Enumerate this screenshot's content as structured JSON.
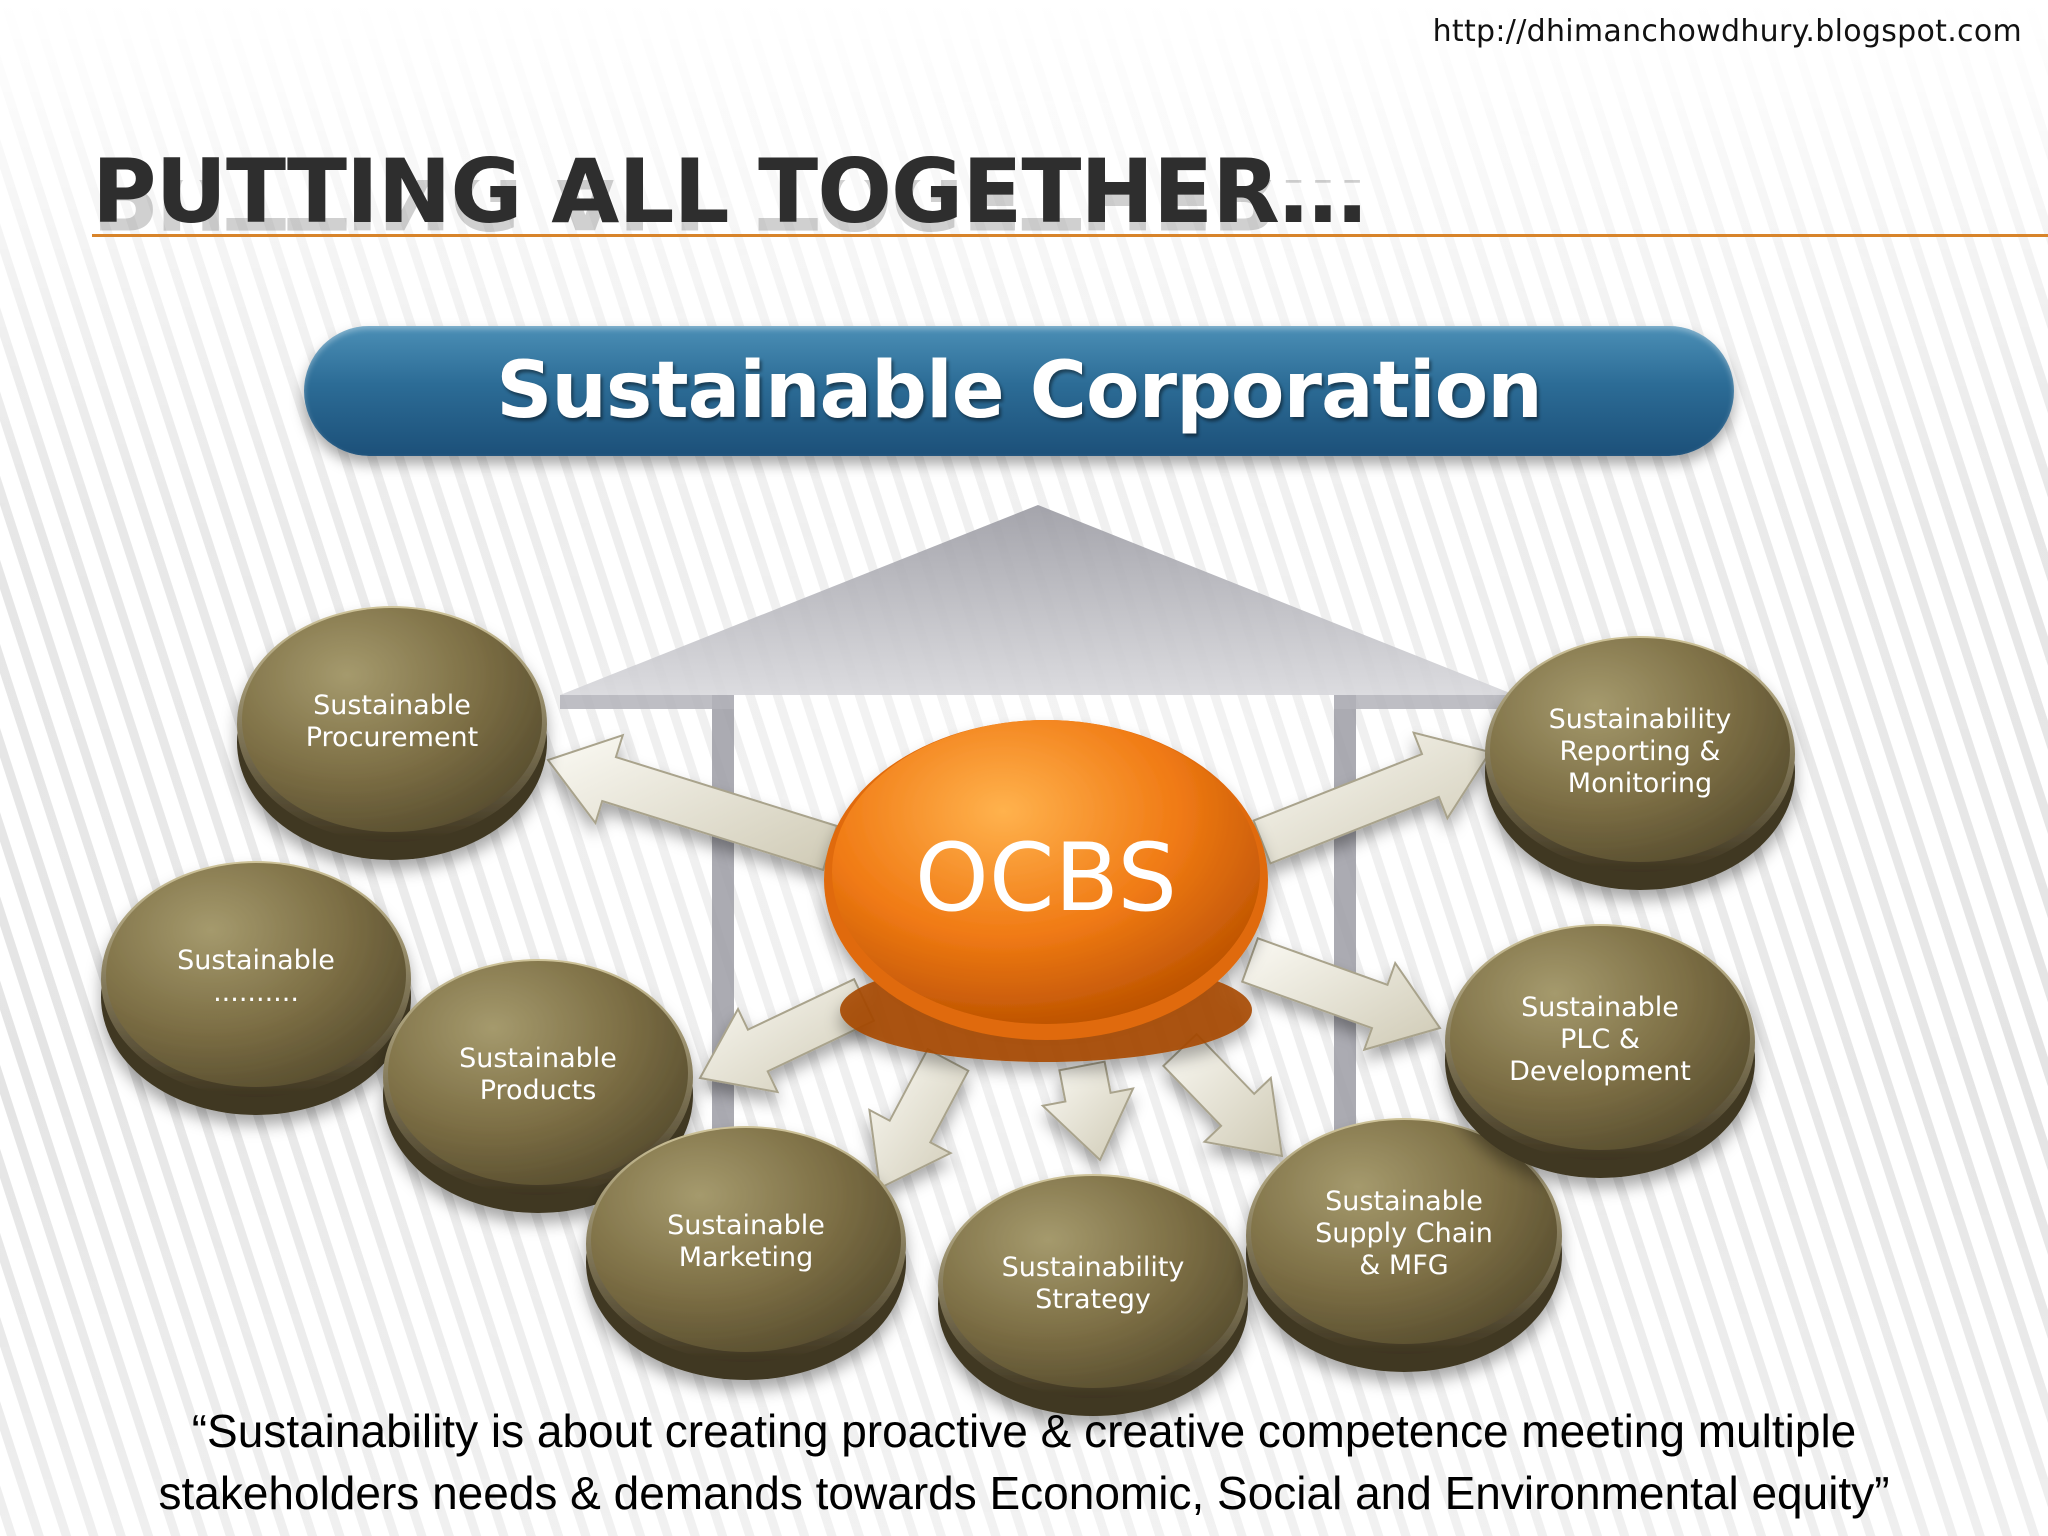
{
  "source_url": "http://dhimanchowdhury.blogspot.com",
  "title": "PUTTING ALL TOGETHER…",
  "banner": "Sustainable Corporation",
  "center": {
    "label": "OCBS"
  },
  "nodes": [
    {
      "id": "procurement",
      "lines": [
        "Sustainable",
        "Procurement"
      ]
    },
    {
      "id": "other",
      "lines": [
        "Sustainable",
        ".........."
      ]
    },
    {
      "id": "products",
      "lines": [
        "Sustainable",
        "Products"
      ]
    },
    {
      "id": "marketing",
      "lines": [
        "Sustainable",
        "Marketing"
      ]
    },
    {
      "id": "strategy",
      "lines": [
        "Sustainability",
        "Strategy"
      ]
    },
    {
      "id": "supply-chain",
      "lines": [
        "Sustainable",
        "Supply Chain",
        "& MFG"
      ]
    },
    {
      "id": "plc",
      "lines": [
        "Sustainable",
        "PLC &",
        "Development"
      ]
    },
    {
      "id": "reporting",
      "lines": [
        "Sustainability",
        "Reporting &",
        "Monitoring"
      ]
    }
  ],
  "quote": {
    "line1": "“Sustainability is about creating  proactive & creative competence meeting multiple",
    "line2": "stakeholders needs & demands towards Economic, Social and Environmental equity”"
  },
  "colors": {
    "accent_line": "#d8842a",
    "banner_blue": "#2c6c96",
    "center_orange": "#f07a14",
    "node_olive": "#7d6f45"
  }
}
